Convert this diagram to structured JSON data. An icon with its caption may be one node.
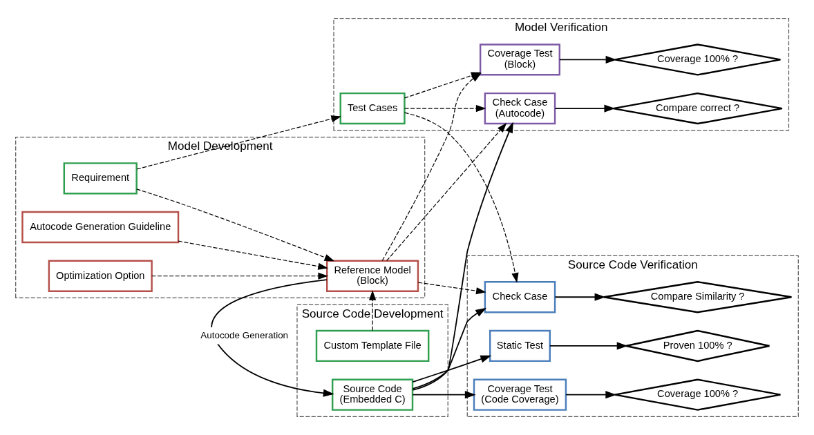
{
  "diagram": {
    "nodes": [
      {
        "text": [
          "Model Development"
        ]
      },
      {
        "text": [
          "Requirement"
        ],
        "in": 0
      },
      {
        "text": [
          "Autocode Generation Guideline"
        ],
        "in": 0
      },
      {
        "text": [
          "Optimization Option"
        ],
        "in": 0
      },
      {
        "text": [
          "Reference Model",
          "(Block)"
        ],
        "in": 0
      },
      {
        "text": [
          "Model Verification"
        ]
      },
      {
        "text": [
          "Test Cases"
        ],
        "in": 5
      },
      {
        "text": [
          "Coverage Test",
          "(Block)"
        ],
        "in": 5
      },
      {
        "text": [
          "Coverage 100% ?"
        ],
        "in": 5
      },
      {
        "text": [
          "Check Case",
          "(Autocode)"
        ],
        "in": 5
      },
      {
        "text": [
          "Compare correct ?"
        ],
        "in": 5
      },
      {
        "text": [
          "Source Code Development"
        ]
      },
      {
        "text": [
          "Source Code",
          "(Embedded C)"
        ],
        "in": 11
      },
      {
        "text": [
          "Custom Template File"
        ],
        "in": 11
      },
      {
        "text": [
          "Source Code Verification"
        ]
      },
      {
        "text": [
          "Check Case"
        ],
        "in": 14
      },
      {
        "text": [
          "Compare Similarity ?"
        ],
        "in": 14
      },
      {
        "text": [
          "Static Test"
        ],
        "in": 14
      },
      {
        "text": [
          "Proven 100% ?"
        ],
        "in": 14
      },
      {
        "text": [
          "Coverage Test",
          "(Code Coverage)"
        ],
        "in": 14
      },
      {
        "text": [
          "Coverage 100% ?"
        ],
        "in": 14
      }
    ],
    "edges": [
      {
        "from": 1,
        "to": 6,
        "arrow": "to",
        "style": "dashed"
      },
      {
        "from": 1,
        "to": 4,
        "arrow": "to",
        "style": "dashed"
      },
      {
        "from": 2,
        "to": 4,
        "arrow": "to",
        "style": "dashed"
      },
      {
        "from": 3,
        "to": 4,
        "arrow": "to",
        "style": "dashed"
      },
      {
        "from": 13,
        "to": 4,
        "arrow": "to",
        "style": "dashed"
      },
      {
        "from": 6,
        "to": 7,
        "arrow": "to",
        "style": "dashed"
      },
      {
        "from": 6,
        "to": 9,
        "arrow": "to",
        "style": "dashed"
      },
      {
        "from": 6,
        "to": 15,
        "arrow": "to",
        "style": "dashed"
      },
      {
        "from": 4,
        "to": 7,
        "arrow": "to",
        "style": "dashed"
      },
      {
        "from": 4,
        "to": 9,
        "arrow": "to",
        "style": "dashed"
      },
      {
        "from": 4,
        "to": 15,
        "arrow": "to",
        "style": "dashed"
      },
      {
        "from": 4,
        "to": 12,
        "arrow": "to",
        "label": "Autocode Generation"
      },
      {
        "from": 12,
        "to": 9,
        "arrow": "to"
      },
      {
        "from": 12,
        "to": 15,
        "arrow": "to"
      },
      {
        "from": 12,
        "to": 17,
        "arrow": "to"
      },
      {
        "from": 12,
        "to": 19,
        "arrow": "to"
      },
      {
        "from": 7,
        "to": 8,
        "arrow": "to"
      },
      {
        "from": 9,
        "to": 10,
        "arrow": "to"
      },
      {
        "from": 15,
        "to": 16,
        "arrow": "to"
      },
      {
        "from": 17,
        "to": 18,
        "arrow": "to"
      },
      {
        "from": 19,
        "to": 20,
        "arrow": "to"
      }
    ]
  }
}
